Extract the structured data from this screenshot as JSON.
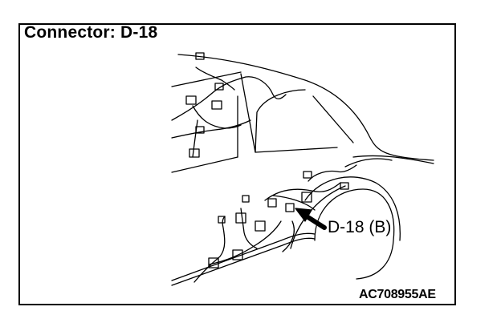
{
  "title": "Connector: D-18",
  "callout_label": "D-18 (B)",
  "figure_code": "AC708955AE",
  "colors": {
    "ink": "#000000",
    "background": "#ffffff"
  }
}
